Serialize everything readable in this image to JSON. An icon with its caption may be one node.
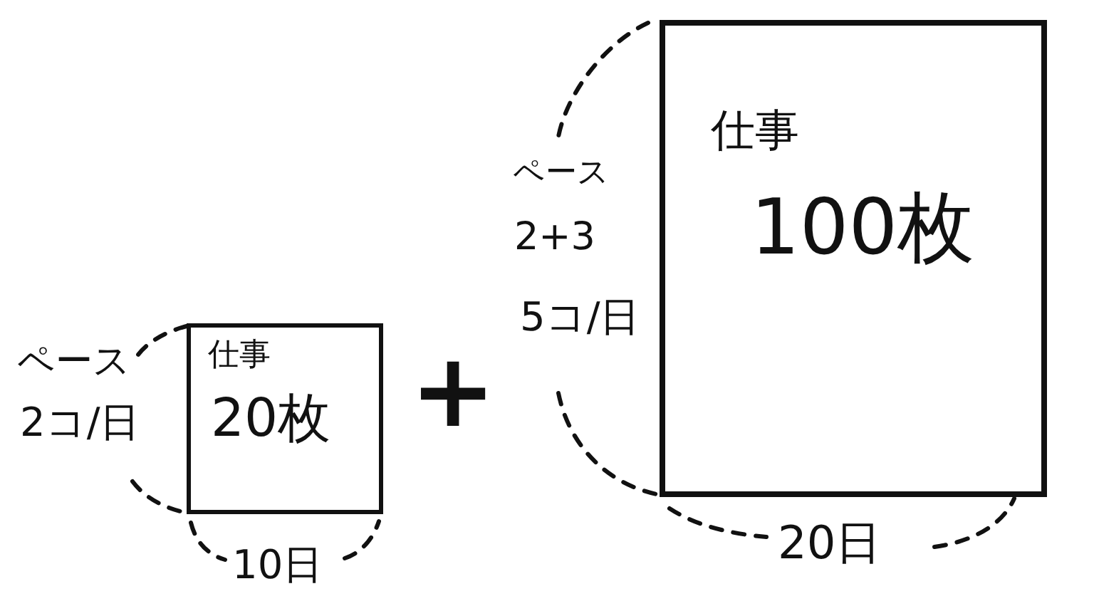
{
  "diagram": {
    "nodes": [
      {
        "text": [
          "仕事",
          "20枚"
        ],
        "beside": [
          "ペース",
          "2コ/日",
          "10日"
        ]
      },
      {
        "text": [
          "仕事",
          "100枚"
        ],
        "beside": [
          "ペース",
          "2+3",
          "5コ/日",
          "20日"
        ]
      }
    ],
    "labels": [
      "+"
    ]
  }
}
